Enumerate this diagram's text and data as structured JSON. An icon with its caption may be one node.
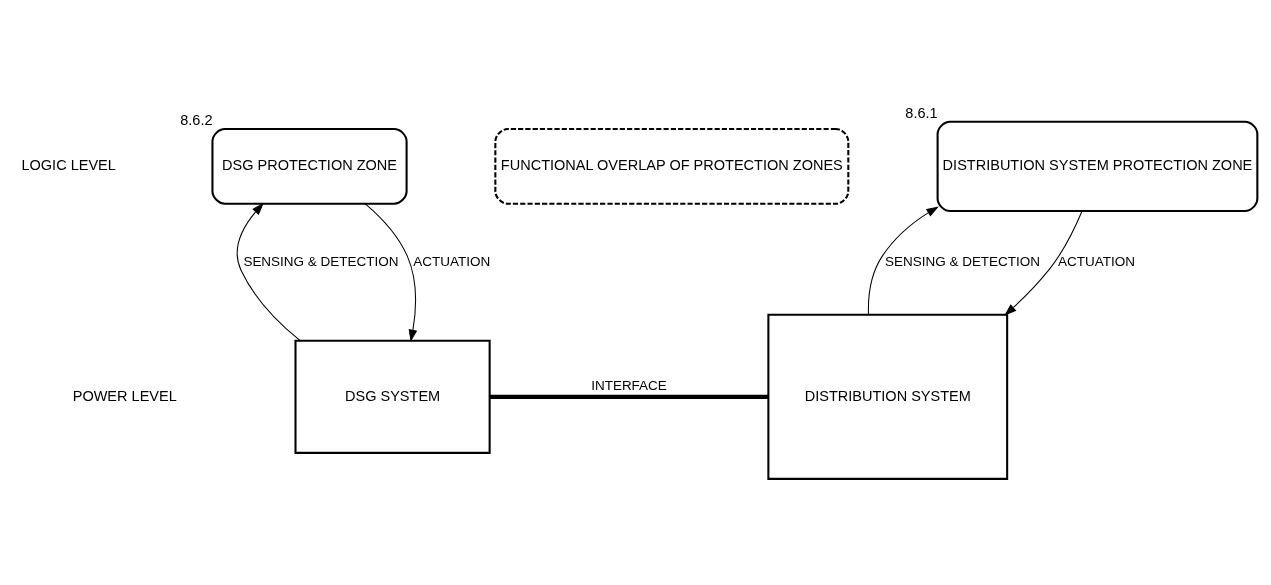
{
  "diagram": {
    "nodes": [
      {
        "text": [
          "DSG PROTECTION ZONE"
        ],
        "beside": [
          "8.6.2"
        ]
      },
      {
        "text": [
          "FUNCTIONAL OVERLAP OF PROTECTION ZONES"
        ]
      },
      {
        "text": [
          "DISTRIBUTION SYSTEM PROTECTION ZONE"
        ],
        "beside": [
          "8.6.1"
        ]
      },
      {
        "text": [
          "DSG SYSTEM"
        ]
      },
      {
        "text": [
          "DISTRIBUTION SYSTEM"
        ]
      }
    ],
    "edges": [
      {
        "from": 3,
        "to": 0,
        "arrow": "to",
        "label": "SENSING & DETECTION"
      },
      {
        "from": 0,
        "to": 3,
        "arrow": "to",
        "label": "ACTUATION"
      },
      {
        "from": 4,
        "to": 2,
        "arrow": "to",
        "label": "SENSING & DETECTION"
      },
      {
        "from": 2,
        "to": 4,
        "arrow": "to",
        "label": "ACTUATION"
      },
      {
        "from": 3,
        "to": 4,
        "arrow": "none",
        "style": "thick",
        "label": "INTERFACE"
      }
    ],
    "labels": [
      "LOGIC LEVEL",
      "POWER LEVEL"
    ]
  }
}
